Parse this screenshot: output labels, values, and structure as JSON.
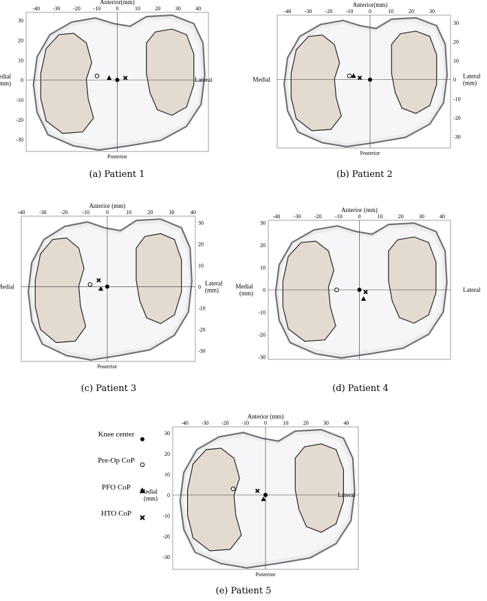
{
  "chart_data": [
    {
      "type": "scatter",
      "caption": "(a)  Patient 1",
      "axes": {
        "anterior": "Anterior(mm)",
        "posterior": "Posterior",
        "medial": [
          "Medial",
          "(mm)"
        ],
        "lateral": [
          "Lateral"
        ]
      },
      "xticks": [
        -40,
        -30,
        -20,
        -10,
        0,
        10,
        20,
        30,
        40
      ],
      "yticks": [
        30,
        20,
        10,
        0,
        -10,
        -20,
        -30
      ],
      "xlim": [
        -45,
        45
      ],
      "ylim": [
        -36,
        34
      ],
      "points": {
        "knee_center": [
          0,
          0
        ],
        "preop_cop": [
          -10,
          2
        ],
        "pfo_cop": [
          -4,
          1
        ],
        "hto_cop": [
          4,
          1
        ]
      }
    },
    {
      "type": "scatter",
      "caption": "(b)  Patient 2",
      "axes": {
        "anterior": "Anterior(mm)",
        "posterior": "Posterior",
        "medial": [
          "Medial"
        ],
        "lateral": [
          "Lateral",
          "(mm)"
        ]
      },
      "xticks": [
        -40,
        -30,
        -20,
        -10,
        0,
        10,
        20,
        30
      ],
      "yticks": [
        30,
        20,
        10,
        0,
        -10,
        -20,
        -30
      ],
      "xlim": [
        -45,
        39
      ],
      "ylim": [
        -36,
        34
      ],
      "points": {
        "knee_center": [
          0,
          0
        ],
        "preop_cop": [
          -10,
          2
        ],
        "pfo_cop": [
          -8,
          2
        ],
        "hto_cop": [
          -5,
          1
        ]
      }
    },
    {
      "type": "scatter",
      "caption": "(c)  Patient 3",
      "axes": {
        "anterior": "Anterior (mm)",
        "posterior": "Posterior",
        "medial": [
          "Medial"
        ],
        "lateral": [
          "Lateral",
          "(mm)"
        ]
      },
      "xticks": [
        -40,
        -30,
        -20,
        -10,
        0,
        10,
        20,
        30,
        40
      ],
      "yticks": [
        30,
        20,
        10,
        0,
        -10,
        -20,
        -30
      ],
      "xlim": [
        -40,
        41
      ],
      "ylim": [
        -35,
        33
      ],
      "points": {
        "knee_center": [
          0,
          0
        ],
        "preop_cop": [
          -8,
          1
        ],
        "pfo_cop": [
          -3,
          -1
        ],
        "hto_cop": [
          -4,
          3
        ]
      }
    },
    {
      "type": "scatter",
      "caption": "(d)  Patient 4",
      "axes": {
        "anterior": "Anterior (mm)",
        "posterior": "",
        "medial": [
          "Medial",
          "(mm)"
        ],
        "lateral": [
          "Lateral"
        ]
      },
      "xticks": [
        -40,
        -30,
        -20,
        -10,
        0,
        10,
        20,
        30,
        40
      ],
      "yticks": [
        30,
        20,
        10,
        0,
        -10,
        -20,
        -30
      ],
      "xlim": [
        -44,
        44
      ],
      "ylim": [
        -31,
        31
      ],
      "points": {
        "knee_center": [
          0,
          0
        ],
        "preop_cop": [
          -11,
          0
        ],
        "pfo_cop": [
          2,
          -4
        ],
        "hto_cop": [
          3,
          -1
        ]
      }
    },
    {
      "type": "scatter",
      "caption": "(e)  Patient 5",
      "axes": {
        "anterior": "Anterior (mm)",
        "posterior": "Posterior",
        "medial": [
          "Medial",
          "(mm)"
        ],
        "lateral": [
          "Lateral"
        ]
      },
      "xticks": [
        -40,
        -30,
        -20,
        -10,
        0,
        10,
        20,
        30,
        40
      ],
      "yticks": [
        30,
        20,
        10,
        0,
        -10,
        -20,
        -30
      ],
      "xlim": [
        -46,
        46
      ],
      "ylim": [
        -36,
        33
      ],
      "points": {
        "knee_center": [
          0,
          0
        ],
        "preop_cop": [
          -16,
          3
        ],
        "pfo_cop": [
          -1,
          -2
        ],
        "hto_cop": [
          -4,
          2
        ]
      }
    }
  ],
  "legend": {
    "items": [
      {
        "key": "knee_center",
        "label": "Knee center",
        "marker": "filled-circle"
      },
      {
        "key": "preop_cop",
        "label": "Pre-Op CoP",
        "marker": "open-circle"
      },
      {
        "key": "pfo_cop",
        "label": "PFO CoP",
        "marker": "filled-triangle"
      },
      {
        "key": "hto_cop",
        "label": "HTO CoP",
        "marker": "x-cross"
      }
    ]
  }
}
